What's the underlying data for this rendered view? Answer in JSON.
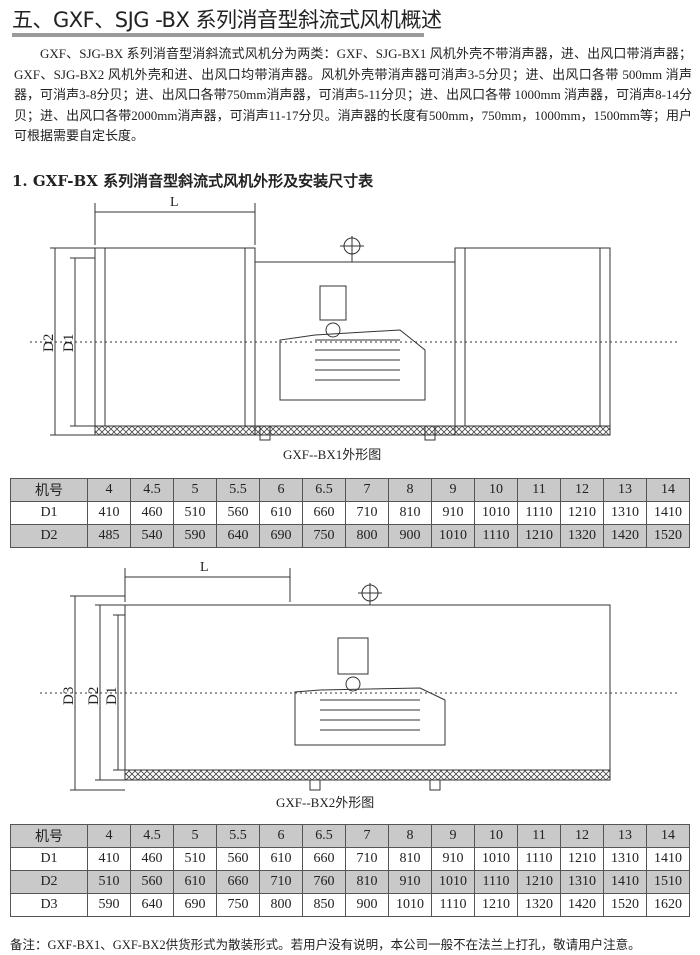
{
  "title": "五、GXF、SJG -BX 系列消音型斜流式风机概述",
  "intro": "GXF、SJG-BX 系列消音型消斜流式风机分为两类：GXF、SJG-BX1 风机外壳不带消声器，进、出风口带消声器；GXF、SJG-BX2 风机外壳和进、出风口均带消声器。风机外壳带消声器可消声3-5分贝；进、出风口各带 500mm 消声器，可消声3-8分贝；进、出风口各带750mm消声器，可消声5-11分贝；进、出风口各带 1000mm 消声器，可消声8-14分贝；进、出风口各带2000mm消声器，可消声11-17分贝。消声器的长度有500mm，750mm，1000mm，1500mm等；用户可根据需要自定长度。",
  "section_heading": "1. GXF-BX 系列消音型斜流式风机外形及安装尺寸表",
  "diagram1": {
    "caption": "GXF--BX1外形图",
    "L": "L",
    "D1": "D1",
    "D2": "D2"
  },
  "diagram2": {
    "caption": "GXF--BX2外形图",
    "L": "L",
    "D1": "D1",
    "D2": "D2",
    "D3": "D3"
  },
  "table1": {
    "header": [
      "机号",
      "4",
      "4.5",
      "5",
      "5.5",
      "6",
      "6.5",
      "7",
      "8",
      "9",
      "10",
      "11",
      "12",
      "13",
      "14"
    ],
    "rows": [
      [
        "D1",
        "410",
        "460",
        "510",
        "560",
        "610",
        "660",
        "710",
        "810",
        "910",
        "1010",
        "1110",
        "1210",
        "1310",
        "1410"
      ],
      [
        "D2",
        "485",
        "540",
        "590",
        "640",
        "690",
        "750",
        "800",
        "900",
        "1010",
        "1110",
        "1210",
        "1320",
        "1420",
        "1520"
      ]
    ]
  },
  "table2": {
    "header": [
      "机号",
      "4",
      "4.5",
      "5",
      "5.5",
      "6",
      "6.5",
      "7",
      "8",
      "9",
      "10",
      "11",
      "12",
      "13",
      "14"
    ],
    "rows": [
      [
        "D1",
        "410",
        "460",
        "510",
        "560",
        "610",
        "660",
        "710",
        "810",
        "910",
        "1010",
        "1110",
        "1210",
        "1310",
        "1410"
      ],
      [
        "D2",
        "510",
        "560",
        "610",
        "660",
        "710",
        "760",
        "810",
        "910",
        "1010",
        "1110",
        "1210",
        "1310",
        "1410",
        "1510"
      ],
      [
        "D3",
        "590",
        "640",
        "690",
        "750",
        "800",
        "850",
        "900",
        "1010",
        "1110",
        "1210",
        "1320",
        "1420",
        "1520",
        "1620"
      ]
    ]
  },
  "note": "备注：GXF-BX1、GXF-BX2供货形式为散装形式。若用户没有说明，本公司一般不在法兰上打孔，敬请用户注意。"
}
